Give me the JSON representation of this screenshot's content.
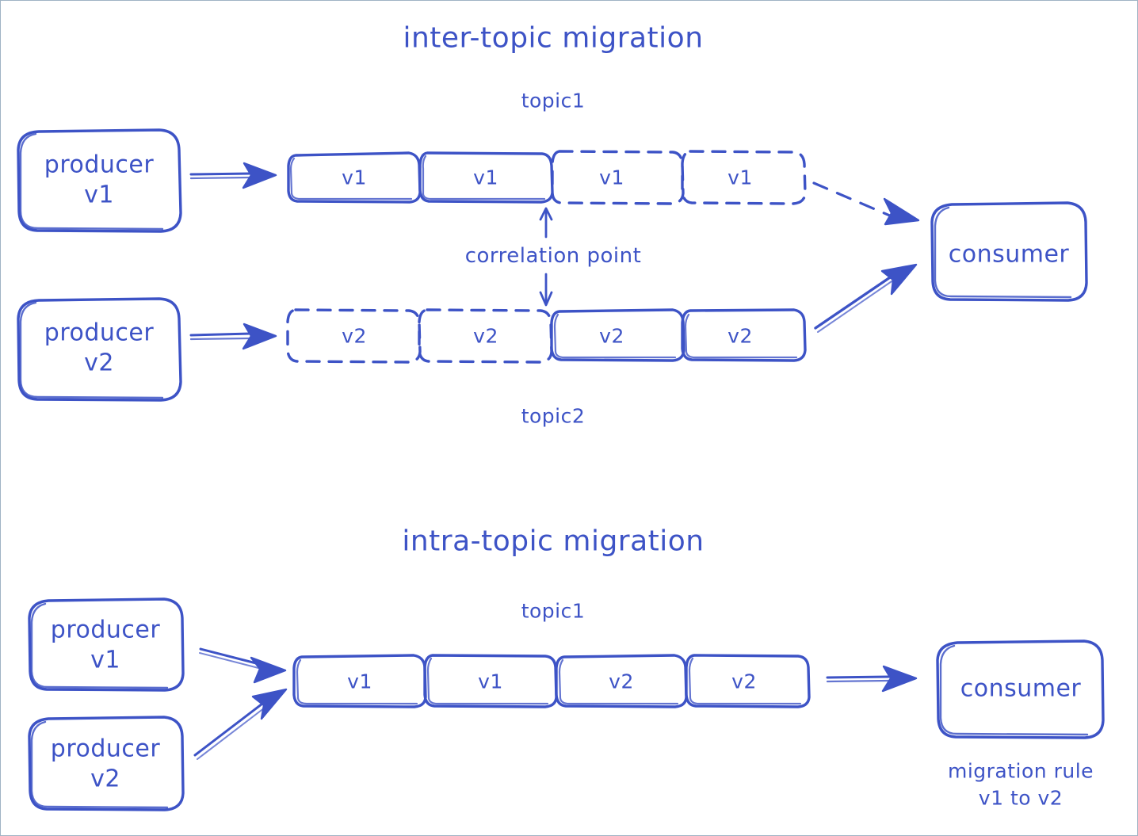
{
  "theme": {
    "stroke": "#3d53c6",
    "background": "#ffffff",
    "page_border": "#9fb3c4"
  },
  "sections": [
    {
      "id": "inter-topic",
      "title": "inter-topic migration",
      "topics": [
        {
          "id": "topic1",
          "label": "topic1",
          "label_position": "above",
          "messages": [
            {
              "text": "v1",
              "style": "solid"
            },
            {
              "text": "v1",
              "style": "solid"
            },
            {
              "text": "v1",
              "style": "dashed"
            },
            {
              "text": "v1",
              "style": "dashed"
            }
          ]
        },
        {
          "id": "topic2",
          "label": "topic2",
          "label_position": "below",
          "messages": [
            {
              "text": "v2",
              "style": "dashed"
            },
            {
              "text": "v2",
              "style": "dashed"
            },
            {
              "text": "v2",
              "style": "solid"
            },
            {
              "text": "v2",
              "style": "solid"
            }
          ]
        }
      ],
      "producers": [
        {
          "id": "producer-v1",
          "line1": "producer",
          "line2": "v1"
        },
        {
          "id": "producer-v2",
          "line1": "producer",
          "line2": "v2"
        }
      ],
      "consumer": {
        "id": "consumer",
        "label": "consumer"
      },
      "annotation": {
        "id": "correlation-point",
        "label": "correlation point"
      }
    },
    {
      "id": "intra-topic",
      "title": "intra-topic migration",
      "topics": [
        {
          "id": "topic1",
          "label": "topic1",
          "label_position": "above",
          "messages": [
            {
              "text": "v1",
              "style": "solid"
            },
            {
              "text": "v1",
              "style": "solid"
            },
            {
              "text": "v2",
              "style": "solid"
            },
            {
              "text": "v2",
              "style": "solid"
            }
          ]
        }
      ],
      "producers": [
        {
          "id": "producer-v1",
          "line1": "producer",
          "line2": "v1"
        },
        {
          "id": "producer-v2",
          "line1": "producer",
          "line2": "v2"
        }
      ],
      "consumer": {
        "id": "consumer",
        "label": "consumer"
      },
      "note": {
        "id": "migration-rule",
        "line1": "migration rule",
        "line2": "v1 to v2"
      }
    }
  ]
}
